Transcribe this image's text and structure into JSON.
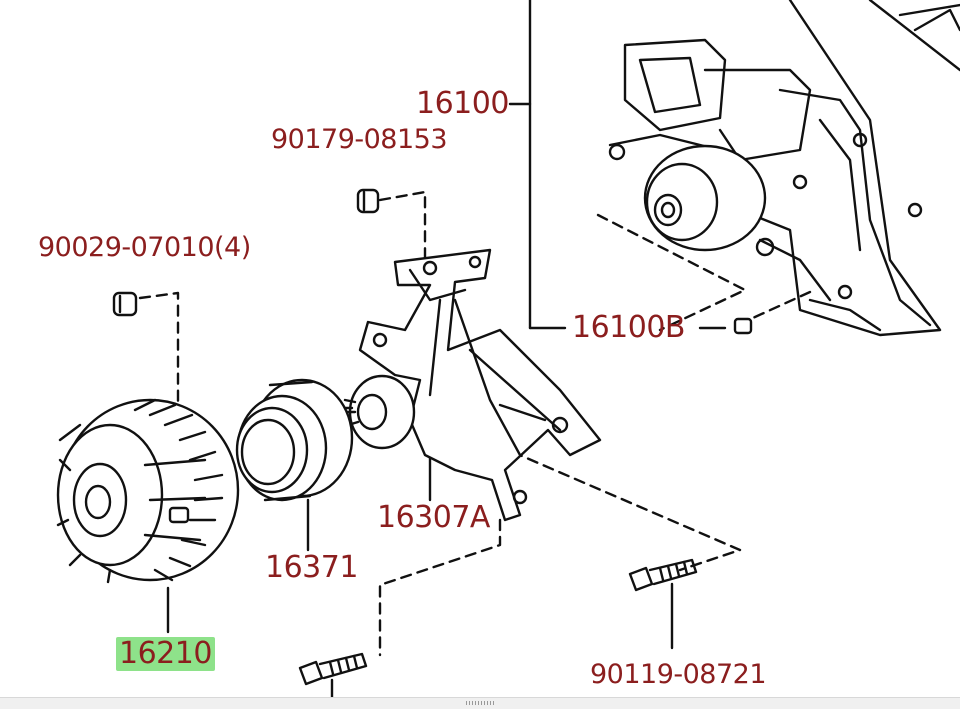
{
  "diagram": {
    "labels": {
      "water_pump": "16100",
      "nut_upper": "90179-08153",
      "nut_left": "90029-07010(4)",
      "gasket": "16100B",
      "bracket": "16307A",
      "pulley": "16371",
      "fan_clutch": "16210",
      "bolt": "90119-08721"
    },
    "highlighted": "fan_clutch",
    "colors": {
      "label": "#8b1e1e",
      "line": "#111111",
      "highlight": "#8ee28a"
    }
  }
}
